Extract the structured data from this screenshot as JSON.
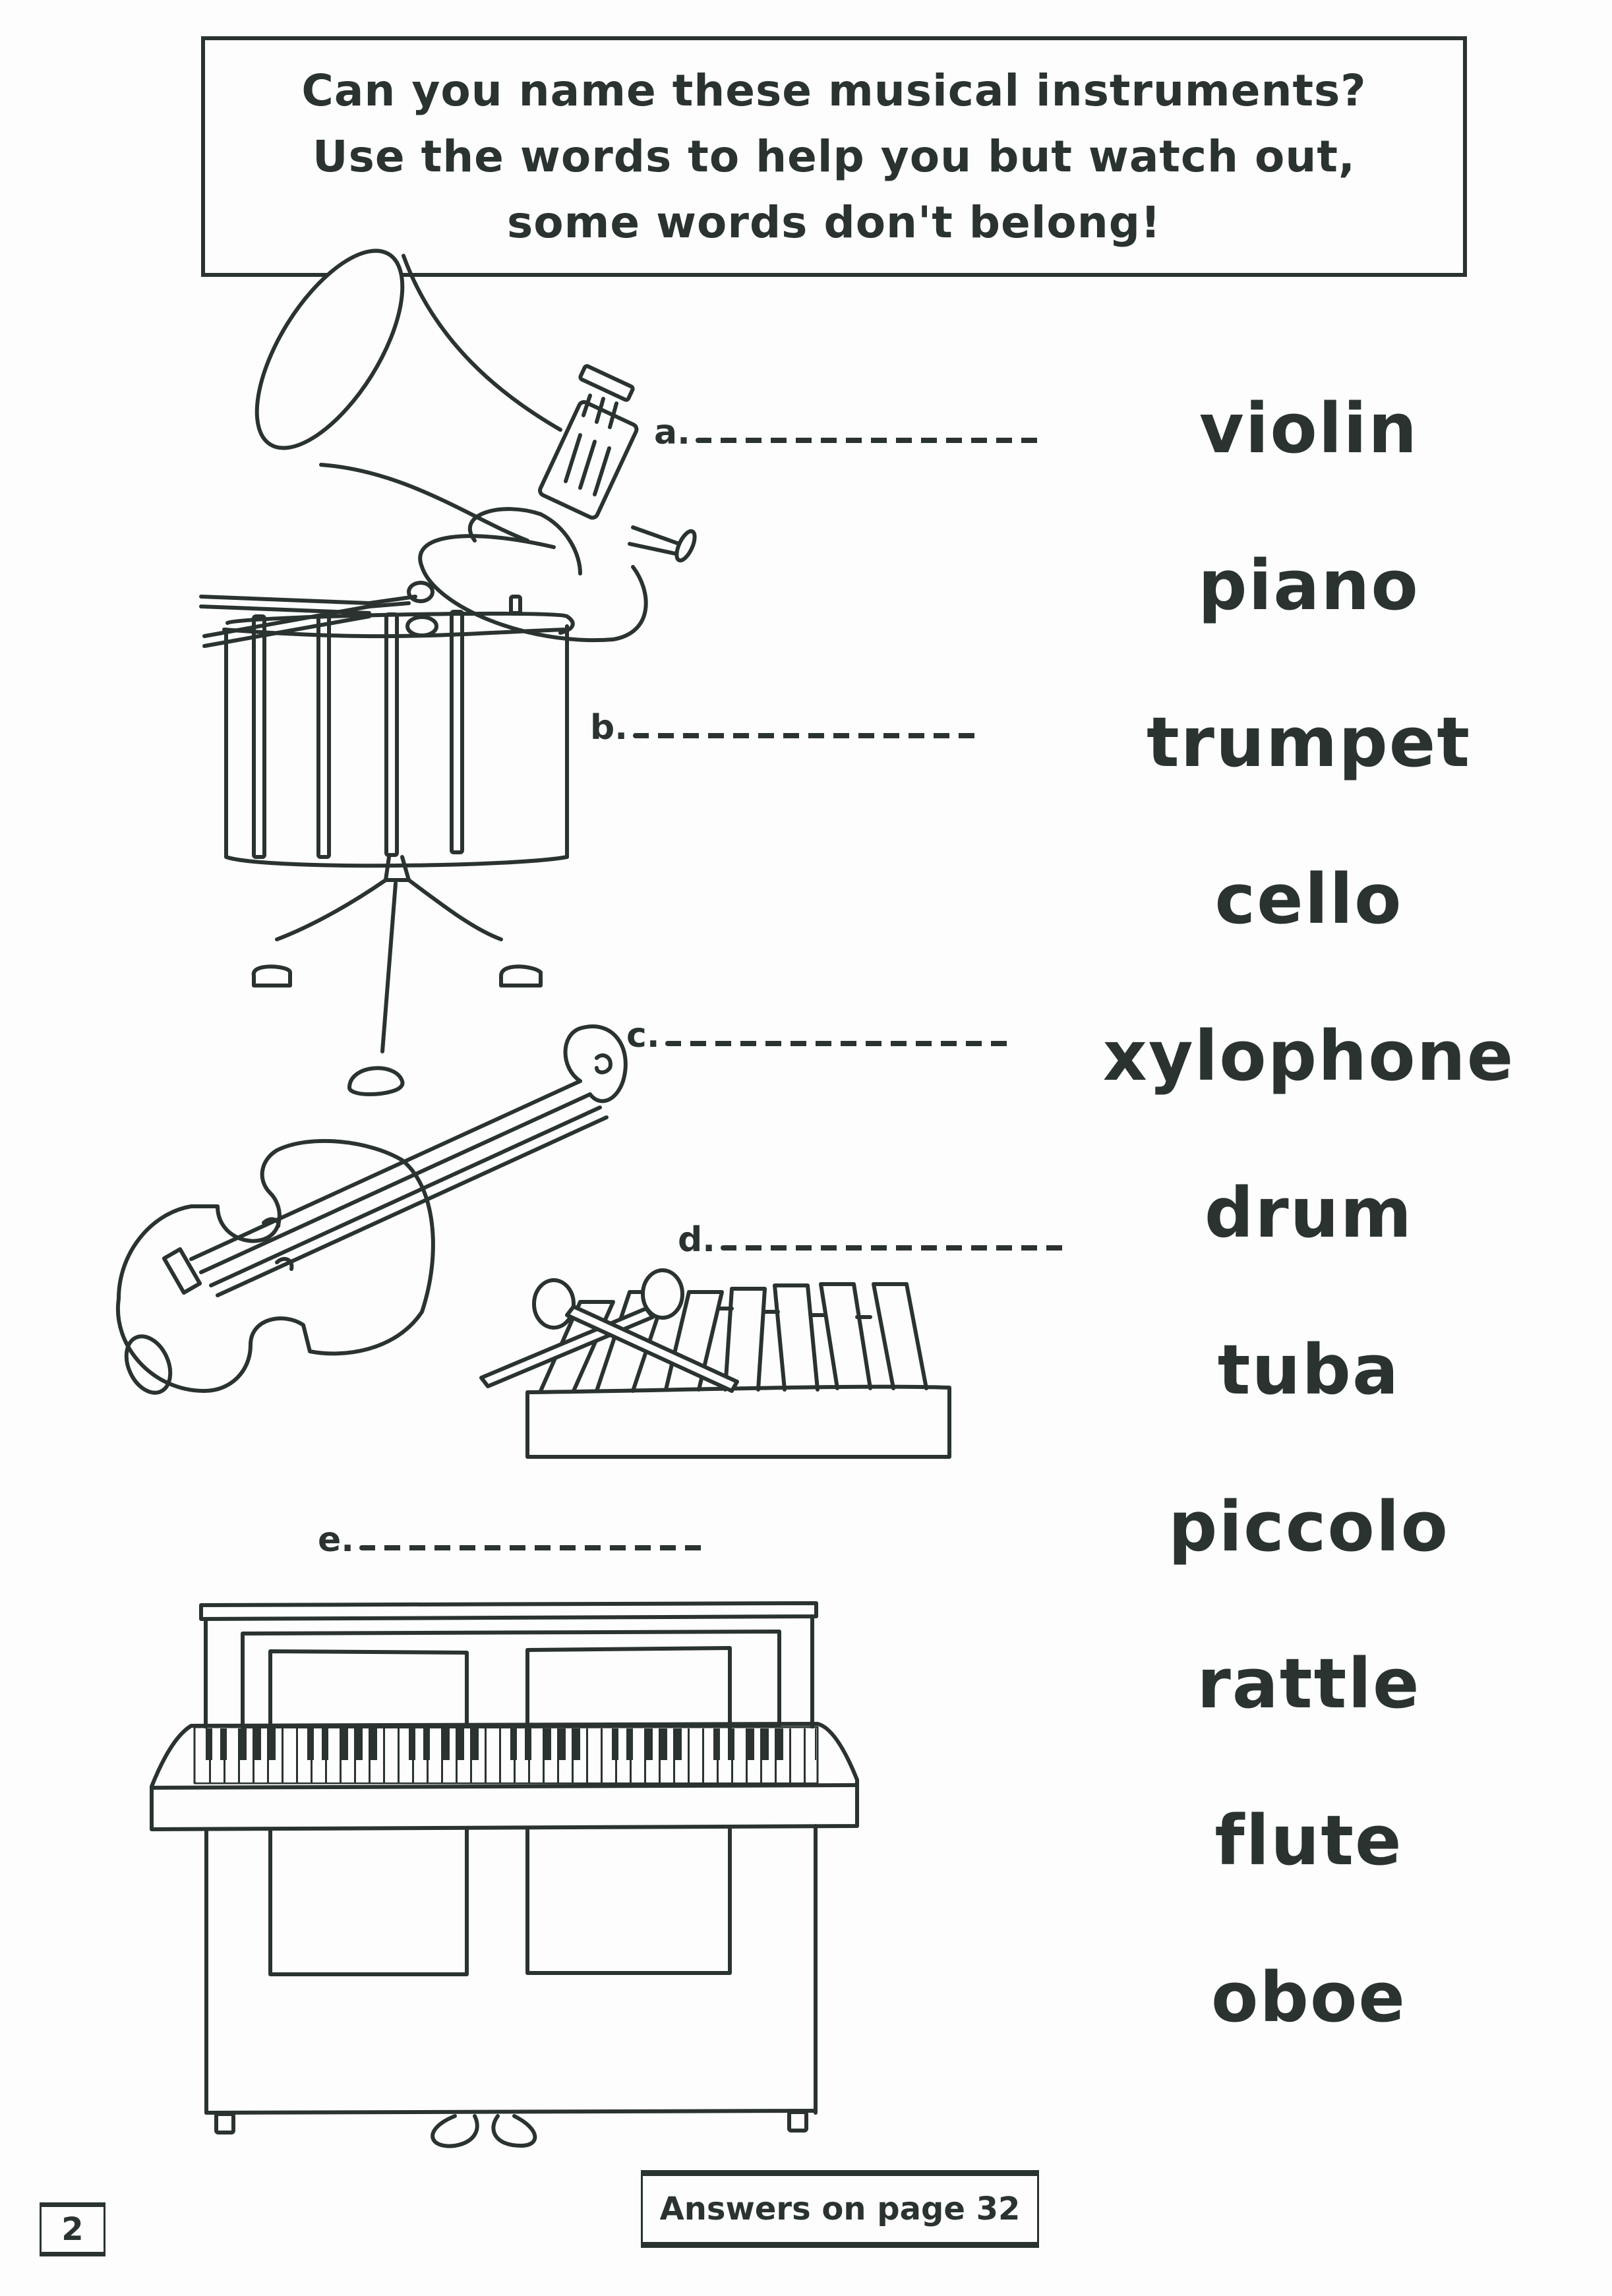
{
  "instructions": {
    "lines": [
      "Can you name these musical instruments?",
      "Use the words to help you but watch out,",
      "some words don't belong!"
    ]
  },
  "questions": [
    {
      "letter": "a.",
      "instrument_icon": "tuba-icon",
      "answer": ""
    },
    {
      "letter": "b.",
      "instrument_icon": "drum-icon",
      "answer": ""
    },
    {
      "letter": "c.",
      "instrument_icon": "cello-icon",
      "answer": ""
    },
    {
      "letter": "d.",
      "instrument_icon": "xylophone-icon",
      "answer": ""
    },
    {
      "letter": "e.",
      "instrument_icon": "piano-icon",
      "answer": ""
    }
  ],
  "word_bank": [
    "violin",
    "piano",
    "trumpet",
    "cello",
    "xylophone",
    "drum",
    "tuba",
    "piccolo",
    "rattle",
    "flute",
    "oboe"
  ],
  "footer": {
    "page_number": "2",
    "answers_note": "Answers on page 32"
  },
  "colors": {
    "ink": "#2a3330",
    "paper": "#fdfdfd"
  }
}
